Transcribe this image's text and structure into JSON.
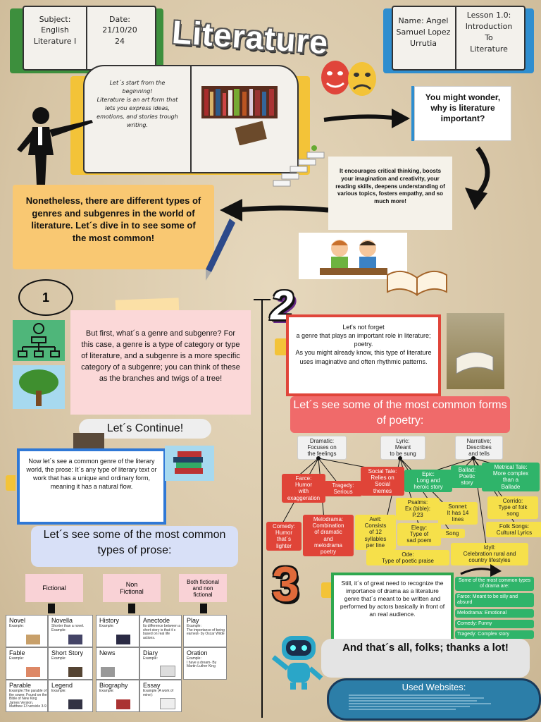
{
  "header": {
    "left_book": {
      "subject": "Subject:\nEnglish\nLiterature I",
      "date": "Date:\n21/10/20\n24"
    },
    "title": "Literature",
    "right_book": {
      "name": "Name: Angel\nSamuel Lopez\nUrrutia",
      "lesson": "Lesson 1.0:\nIntroduction\nTo\nLiterature"
    }
  },
  "intro": {
    "book_text": "Let´s start from the beginning!\nLiterature is an art form that lets you express ideas, emotions, and stories trough writing.",
    "question": "You might wonder, why is literature important?",
    "answer": "It encourages critical thinking, boosts your imagination and creativity, your reading skills, deepens understanding of various topics, fosters empathy, and so much more!",
    "genres_note": "Nonetheless, there are different types of genres and subgenres in the world of literature. Let´s dive in to see some of the most common!"
  },
  "section1": {
    "number": "1",
    "genre_text": "But first, what´s a genre and subgenre? For this case, a genre is a type of category or type of literature, and a subgenre is a more specific category of a subgenre; you can think of these as the branches and twigs of a tree!",
    "continue": "Let´s Continue!",
    "prose_text": "Now let´s see a common genre of the literary world, the prose:\nIt´s any type of literary text or work that has a unique and ordinary form, meaning it has a natural flow.",
    "prose_heading": "Let´s see some of the most common types of prose:",
    "categories": [
      "Fictional",
      "Non\nFictional",
      "Both fictional\nand non\nfictional"
    ],
    "cells": [
      {
        "title": "Novel",
        "sub": "Example:"
      },
      {
        "title": "Novella",
        "sub": "Shorter than a novel.\nExample:"
      },
      {
        "title": "History",
        "sub": "Example:"
      },
      {
        "title": "Anectode",
        "sub": "Its difference between a short story is that it´s based on real life actions."
      },
      {
        "title": "Play",
        "sub": "Example:\nThe importance of being earnest- by Oscar Wilde"
      },
      {
        "title": "Fable",
        "sub": "Example:"
      },
      {
        "title": "Short Story",
        "sub": "Example:"
      },
      {
        "title": "News",
        "sub": ""
      },
      {
        "title": "Diary",
        "sub": "Example:"
      },
      {
        "title": "Oration",
        "sub": "Example:\nI have a dream- By Martin Luther King"
      },
      {
        "title": "Parable",
        "sub": "Example:The parable of the sower. Found on the Bible of New King James Version, Matthew 13 versicle 3-9"
      },
      {
        "title": "Legend",
        "sub": "Example:"
      },
      {
        "title": "Biography",
        "sub": "Example:"
      },
      {
        "title": "Essay",
        "sub": "Example (A work of mine):"
      }
    ]
  },
  "section2": {
    "number": "2",
    "poetry_text": "Let's not forget\na genre that plays an important role in literature; poetry.\nAs you might already know, this type of literature uses imaginative and often rhythmic patterns.",
    "poetry_heading": "Let´s see some of the most common forms of poetry:",
    "roots": [
      "Dramatic:\nFocuses on\nthe feelings",
      "Lyric:\nMeant\nto be sung",
      "Narrative;\nDescribes\nand tells"
    ],
    "red_tags": [
      "Farce:\nHumor\nwith\nexaggeration",
      "Tragedy:\nSerious",
      "Social Tale:\nRelies on\nSocial\nthemes",
      "Comedy:\nHumor\nthat´s\nlighter",
      "Melodrama:\nCombination\nof dramatic\nand\nmelodrama\npoetry"
    ],
    "yellow_tags": [
      "Awit:\nConsists\nof 12\nsyllables\nper line",
      "Psalms:\nEx (bible):\nP.23",
      "Elegy:\nType of\nsad poem",
      "Ode:\nType of poetic praise",
      "Sonnet:\nIt has 14\nlines",
      "Song",
      "Corrido:\nType of folk\nsong",
      "Folk Songs:\nCultural Lyrics",
      "Idyll:\nCelebration rural and\ncountry lifestyles"
    ],
    "green_tags": [
      "Epic:\nLong and\nheroic story",
      "Ballad:\nPoetic\nstory",
      "Metrical Tale:\nMore complex\nthan a\nBallade"
    ]
  },
  "section3": {
    "number": "3",
    "drama_text": "Still, it´s of great need to recognize the importance of drama as a literature genre that´s meant to be written and performed by actors basically in front of an real audience.",
    "drama_list": [
      "Some of the most common types of drama are:",
      "Farce: Meant to be silly and absurd",
      "Melodrama: Emotional",
      "Comedy: Funny",
      "Tragedy: Complex story"
    ],
    "closing": "And that´s all, folks; thanks a lot!",
    "websites_title": "Used Websites:"
  },
  "colors": {
    "accent_yellow": "#f3c338",
    "frame_red": "#e0453a",
    "frame_blue": "#2f78d6",
    "frame_green": "#2fa84f",
    "bg": "#d9c9ac"
  }
}
